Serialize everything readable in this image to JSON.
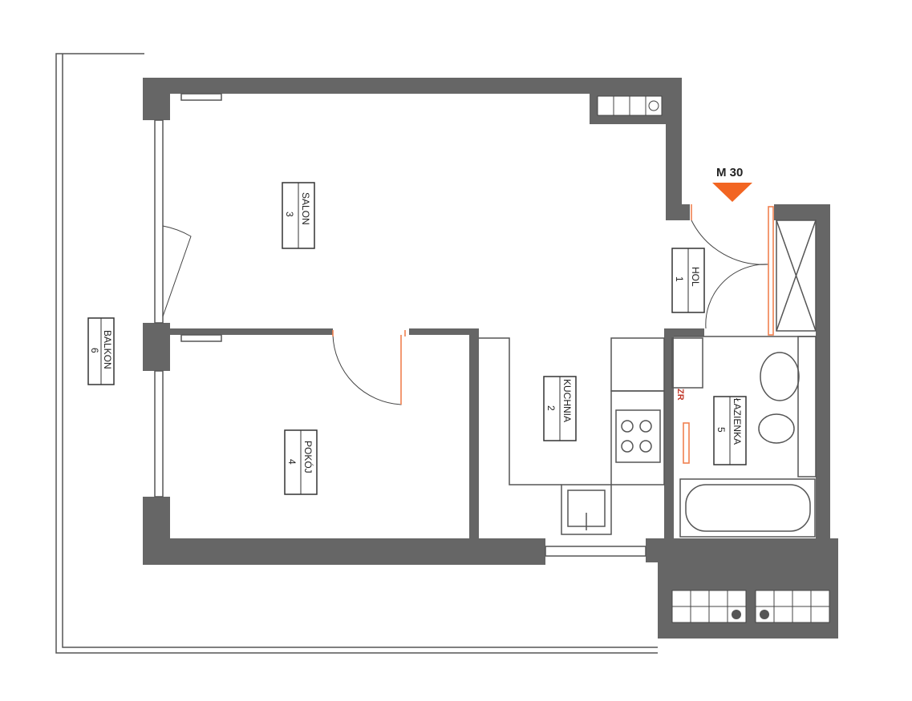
{
  "plan": {
    "marker": {
      "label": "M 30",
      "color": "#f26522"
    },
    "rooms": [
      {
        "name": "SALON",
        "number": "3"
      },
      {
        "name": "HOL",
        "number": "1"
      },
      {
        "name": "KUCHNIA",
        "number": "2"
      },
      {
        "name": "POKÓJ",
        "number": "4"
      },
      {
        "name": "ŁAZIENKA",
        "number": "5"
      },
      {
        "name": "BALKON",
        "number": "6"
      }
    ],
    "annotations": {
      "zr": "ZR"
    },
    "colors": {
      "wall": "#666666",
      "door_frame": "#f08050"
    }
  }
}
